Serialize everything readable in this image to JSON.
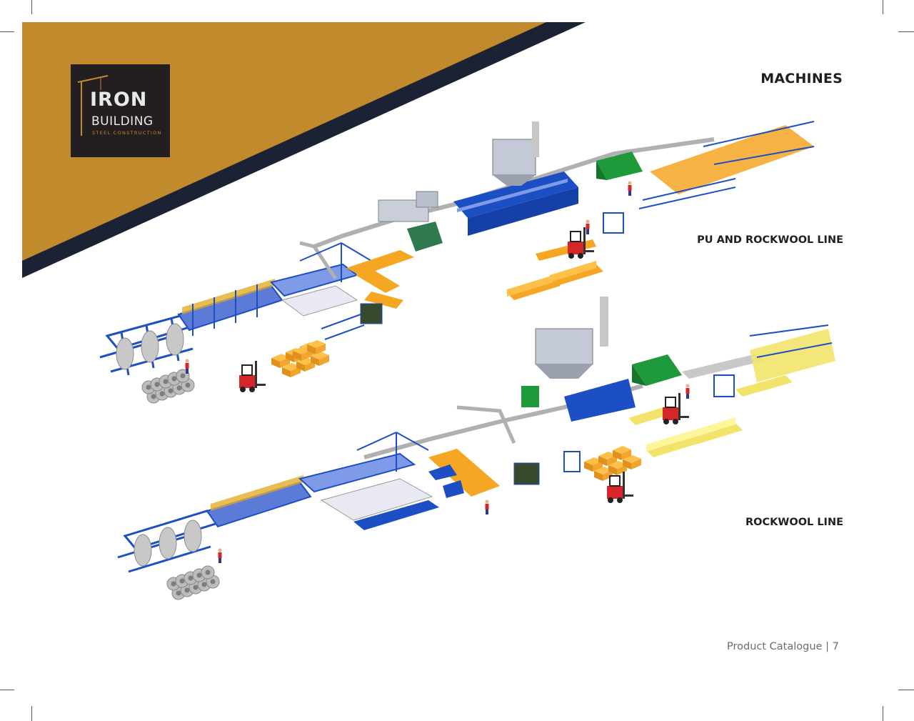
{
  "logo": {
    "word1": "IRON",
    "word2": "BUILDING",
    "word3": "STEEL CONSTRUCTION"
  },
  "heading": "MACHINES",
  "lines": [
    {
      "label": "PU AND ROCKWOOL LINE"
    },
    {
      "label": "ROCKWOOL LINE"
    }
  ],
  "footer": {
    "text": "Product Catalogue | 7"
  },
  "colors": {
    "gold": "#c08a2d",
    "navy": "#1b2233",
    "machine_blue": "#1d4fc4",
    "insulation_orange": "#f5a623",
    "steel_gray": "#a8a8a8",
    "guard_green": "#1e9a3a",
    "forklift_red": "#d7262a"
  }
}
